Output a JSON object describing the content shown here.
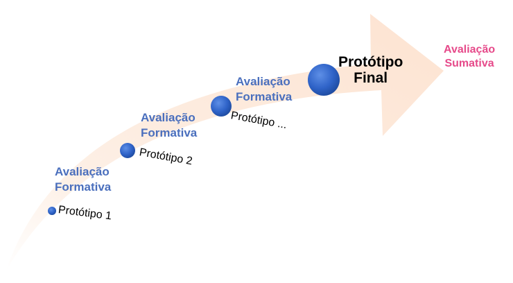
{
  "colors": {
    "arrow_fill": "#fde6d6",
    "node_fill": "#2f63c8",
    "formative_text": "#4a6fbd",
    "summative_text": "#e64a8a"
  },
  "stages": [
    {
      "eval_line1": "Avaliação",
      "eval_line2": "Formativa",
      "prototype": "Protótipo 1"
    },
    {
      "eval_line1": "Avaliação",
      "eval_line2": "Formativa",
      "prototype": "Protótipo 2"
    },
    {
      "eval_line1": "Avaliação",
      "eval_line2": "Formativa",
      "prototype": "Protótipo ..."
    }
  ],
  "final": {
    "line1": "Protótipo",
    "line2": "Final"
  },
  "summative": {
    "line1": "Avaliação",
    "line2": "Sumativa"
  }
}
